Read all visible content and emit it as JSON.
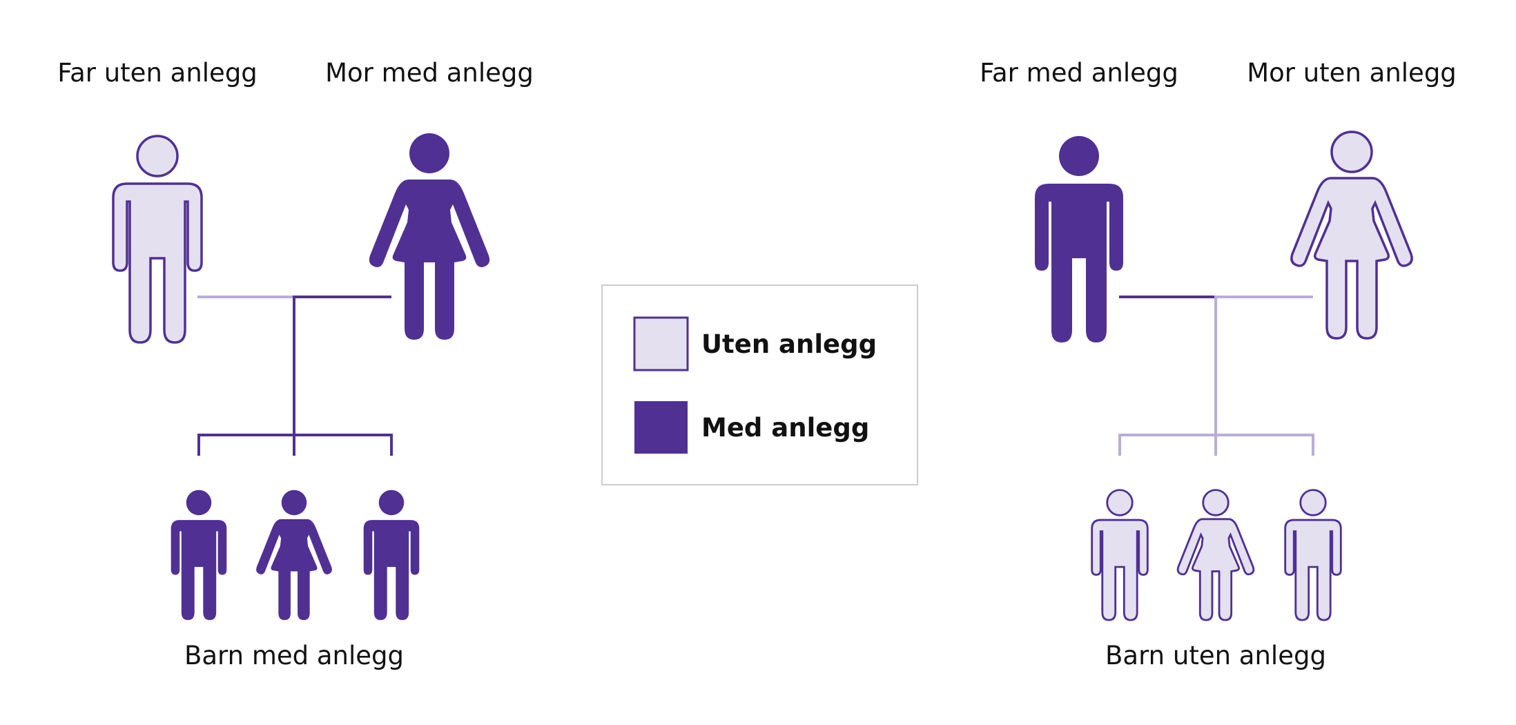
{
  "colors": {
    "with_trait": "#503093",
    "without_trait_fill": "#e4e0f0",
    "without_trait_stroke": "#503093",
    "line_without": "#b9add6",
    "legend_border": "#cccccc",
    "text": "#111111"
  },
  "left_family": {
    "father_label": "Far uten anlegg",
    "mother_label": "Mor med anlegg",
    "children_label": "Barn med anlegg"
  },
  "right_family": {
    "father_label": "Far med anlegg",
    "mother_label": "Mor uten anlegg",
    "children_label": "Barn uten anlegg"
  },
  "legend": {
    "without_label": "Uten anlegg",
    "with_label": "Med anlegg"
  },
  "icons": {
    "male": "male-figure-icon",
    "female": "female-figure-icon"
  }
}
